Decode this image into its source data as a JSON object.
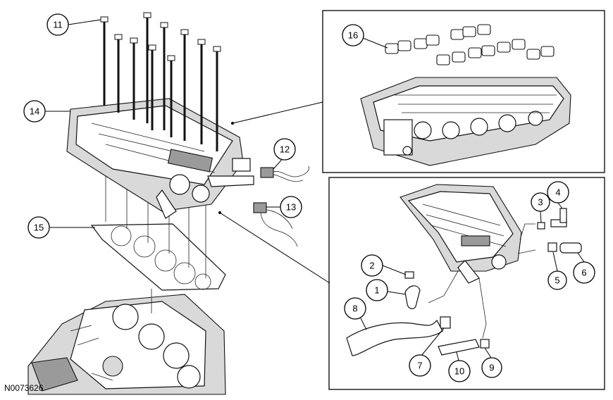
{
  "callouts": {
    "c1": "1",
    "c2": "2",
    "c3": "3",
    "c4": "4",
    "c5": "5",
    "c6": "6",
    "c7": "7",
    "c8": "8",
    "c9": "9",
    "c10": "10",
    "c11": "11",
    "c12": "12",
    "c13": "13",
    "c14": "14",
    "c15": "15",
    "c16": "16"
  },
  "figure_id": "N0073626"
}
